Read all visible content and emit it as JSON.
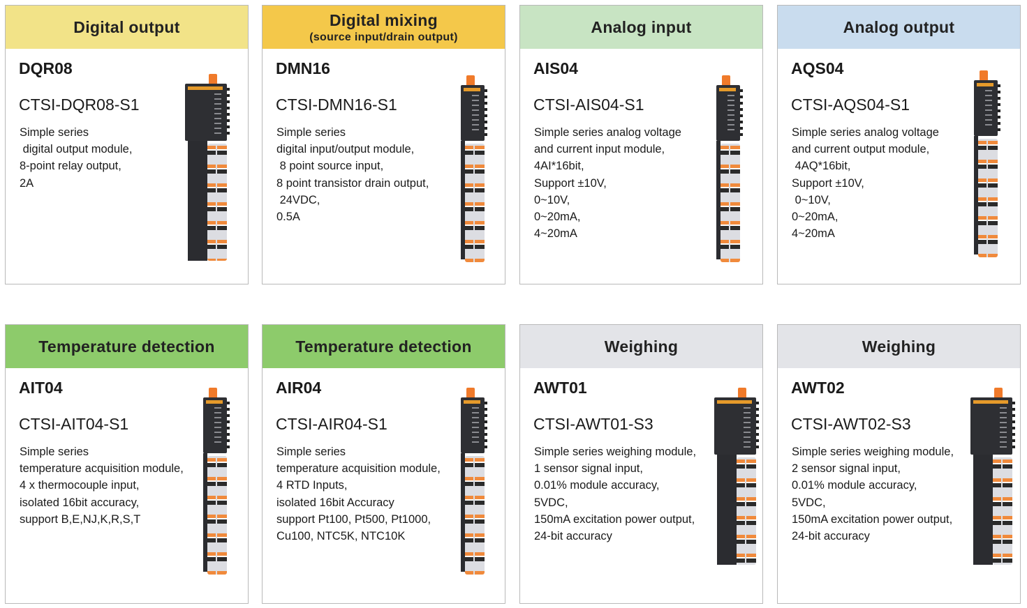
{
  "cards": [
    {
      "header": "Digital output",
      "model": "DQR08",
      "part": "CTSI-DQR08-S1",
      "desc": "Simple series\n digital output module,\n8-point relay output,\n2A",
      "color": "#f2e388"
    },
    {
      "header": "Digital mixing",
      "sub": "(source input/drain output)",
      "model": "DMN16",
      "part": "CTSI-DMN16-S1",
      "desc": "Simple series\ndigital input/output module,\n 8 point source input,\n8 point transistor drain output,\n 24VDC,\n0.5A",
      "color": "#f4c84a"
    },
    {
      "header": "Analog input",
      "model": "AIS04",
      "part": "CTSI-AIS04-S1",
      "desc": "Simple series analog voltage\nand current input module,\n4AI*16bit,\nSupport ±10V,\n0~10V,\n0~20mA,\n4~20mA",
      "color": "#c8e4c3"
    },
    {
      "header": "Analog output",
      "model": "AQS04",
      "part": "CTSI-AQS04-S1",
      "desc": "Simple series analog voltage\nand current output module,\n 4AQ*16bit,\nSupport ±10V,\n 0~10V,\n0~20mA,\n4~20mA",
      "color": "#c9dcee"
    },
    {
      "header": "Temperature detection",
      "model": "AIT04",
      "part": "CTSI-AIT04-S1",
      "desc": "Simple series\ntemperature acquisition module,\n4 x thermocouple input,\nisolated 16bit accuracy,\nsupport B,E,NJ,K,R,S,T",
      "color": "#8dcb6b"
    },
    {
      "header": "Temperature detection",
      "model": "AIR04",
      "part": "CTSI-AIR04-S1",
      "desc": "Simple series\ntemperature acquisition module,\n4 RTD Inputs,\nisolated 16bit Accuracy\nsupport Pt100, Pt500, Pt1000,\nCu100, NTC5K, NTC10K",
      "color": "#8dcb6b"
    },
    {
      "header": "Weighing",
      "model": "AWT01",
      "part": "CTSI-AWT01-S3",
      "desc": "Simple series weighing module,\n1 sensor signal input,\n0.01% module accuracy,\n5VDC,\n150mA excitation power output,\n24-bit accuracy",
      "color": "#e3e4e8"
    },
    {
      "header": "Weighing",
      "model": "AWT02",
      "part": "CTSI-AWT02-S3",
      "desc": "Simple series weighing module,\n2 sensor signal input,\n0.01% module accuracy,\n5VDC,\n150mA excitation power output,\n24-bit accuracy",
      "color": "#e3e4e8"
    }
  ]
}
